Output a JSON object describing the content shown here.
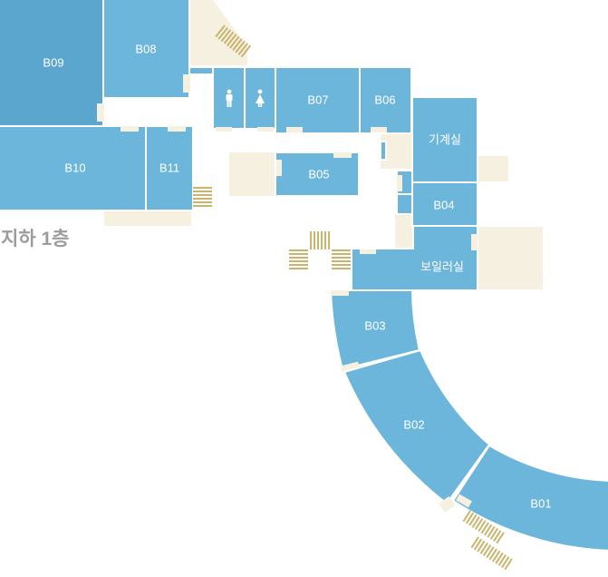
{
  "floor": {
    "label": "지하 1층"
  },
  "colors": {
    "room": "#6cb6dc",
    "corridor": "#f6f0e1",
    "stairs": "#c9b46e",
    "floor_label": "#9c9c9c"
  },
  "rooms": {
    "B01": "B01",
    "B02": "B02",
    "B03": "B03",
    "B04": "B04",
    "B05": "B05",
    "B06": "B06",
    "B07": "B07",
    "B08": "B08",
    "B09": "B09",
    "B10": "B10",
    "B11": "B11",
    "machine_room": "기계실",
    "boiler_room": "보일러실"
  },
  "icons": {
    "restroom_men": "male-restroom-icon",
    "restroom_women": "female-restroom-icon"
  }
}
